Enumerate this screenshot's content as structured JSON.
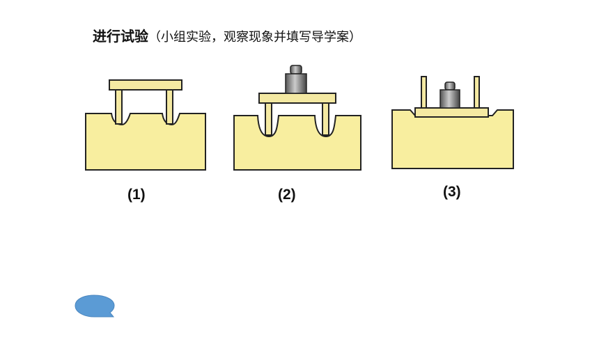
{
  "slide": {
    "title": "进行试验",
    "subtitle": "（小组实验，观察现象并填写导学案）"
  },
  "figures": [
    {
      "label": "(1)"
    },
    {
      "label": "(2)"
    },
    {
      "label": "(3)"
    }
  ],
  "colors": {
    "material": "#f8ee9f",
    "material_stroke": "#222222",
    "table_wood": "#f4e9a2",
    "weight": "#888888",
    "bubble": "#5b9bd5"
  }
}
